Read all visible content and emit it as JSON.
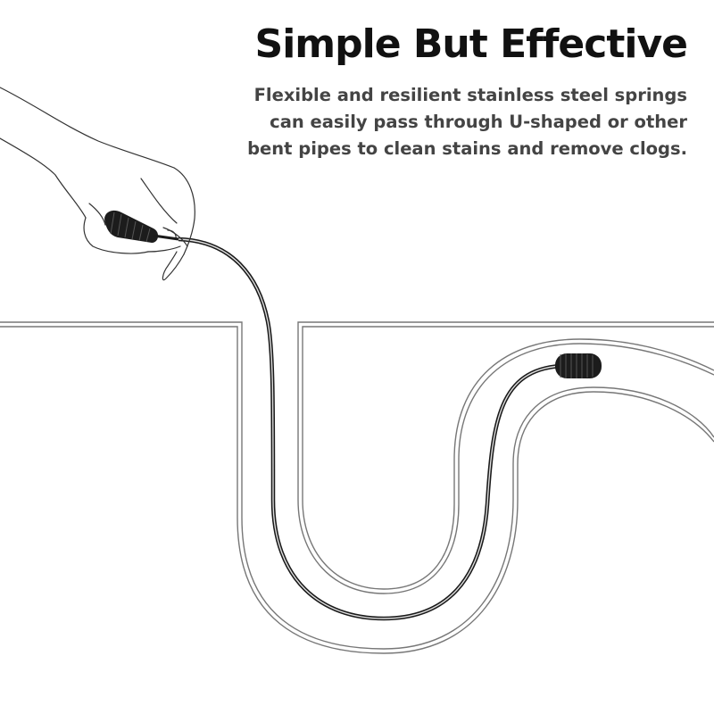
{
  "heading": "Simple But Effective",
  "description_lines": [
    "Flexible and resilient stainless steel springs",
    "can easily pass through U-shaped or other",
    "bent pipes to clean stains and remove clogs."
  ],
  "colors": {
    "background": "#ffffff",
    "heading": "#111111",
    "body_text": "#444444",
    "pipe_outline": "#777777",
    "brush": "#1a1a1a"
  },
  "illustration": {
    "subject": "hand-held brush inserted into a U-shaped drain pipe",
    "icons": [
      "hand-icon",
      "brush-head-icon",
      "u-pipe-icon"
    ]
  }
}
